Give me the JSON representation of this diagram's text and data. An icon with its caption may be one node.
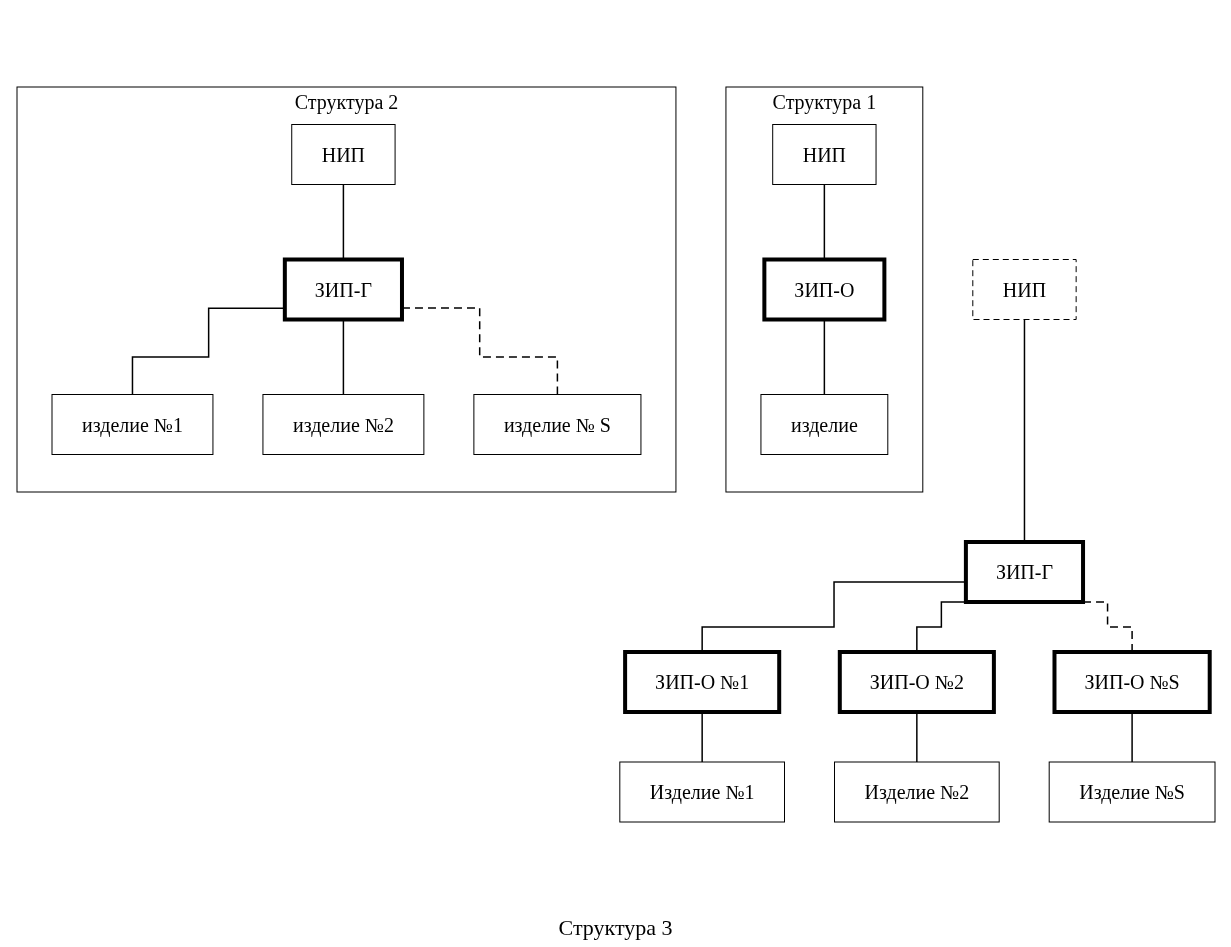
{
  "diagram": {
    "nodes": [
      {
        "text": [
          "Структура 1"
        ]
      },
      {
        "text": [
          "НИП"
        ],
        "in": 0
      },
      {
        "text": [
          "ЗИП-О"
        ],
        "in": 0
      },
      {
        "text": [
          "изделие"
        ],
        "in": 0
      },
      {
        "text": [
          "Структура 2"
        ]
      },
      {
        "text": [
          "НИП"
        ],
        "in": 4
      },
      {
        "text": [
          "ЗИП-Г"
        ],
        "in": 4
      },
      {
        "text": [
          "изделие №1"
        ],
        "in": 4
      },
      {
        "text": [
          "изделие №2"
        ],
        "in": 4
      },
      {
        "text": [
          "изделие № S"
        ],
        "in": 4
      },
      {
        "text": [
          "НИП"
        ]
      },
      {
        "text": [
          "ЗИП-Г"
        ]
      },
      {
        "text": [
          "ЗИП-О №1"
        ]
      },
      {
        "text": [
          "ЗИП-О №2"
        ]
      },
      {
        "text": [
          "ЗИП-О №S"
        ]
      },
      {
        "text": [
          "Изделие №1"
        ]
      },
      {
        "text": [
          "Изделие №2"
        ]
      },
      {
        "text": [
          "Изделие №S"
        ]
      }
    ],
    "edges": [
      {
        "from": 1,
        "to": 2,
        "arrow": "none"
      },
      {
        "from": 2,
        "to": 3,
        "arrow": "none"
      },
      {
        "from": 5,
        "to": 6,
        "arrow": "none"
      },
      {
        "from": 6,
        "to": 7,
        "arrow": "none"
      },
      {
        "from": 6,
        "to": 8,
        "arrow": "none"
      },
      {
        "from": 6,
        "to": 9,
        "arrow": "none",
        "style": "dashed"
      },
      {
        "from": 10,
        "to": 11,
        "arrow": "none"
      },
      {
        "from": 11,
        "to": 12,
        "arrow": "none"
      },
      {
        "from": 11,
        "to": 13,
        "arrow": "none"
      },
      {
        "from": 11,
        "to": 14,
        "arrow": "none",
        "style": "dashed"
      },
      {
        "from": 12,
        "to": 15,
        "arrow": "none"
      },
      {
        "from": 13,
        "to": 16,
        "arrow": "none"
      },
      {
        "from": 14,
        "to": 17,
        "arrow": "none"
      }
    ],
    "labels": [
      "Структура 3"
    ]
  }
}
